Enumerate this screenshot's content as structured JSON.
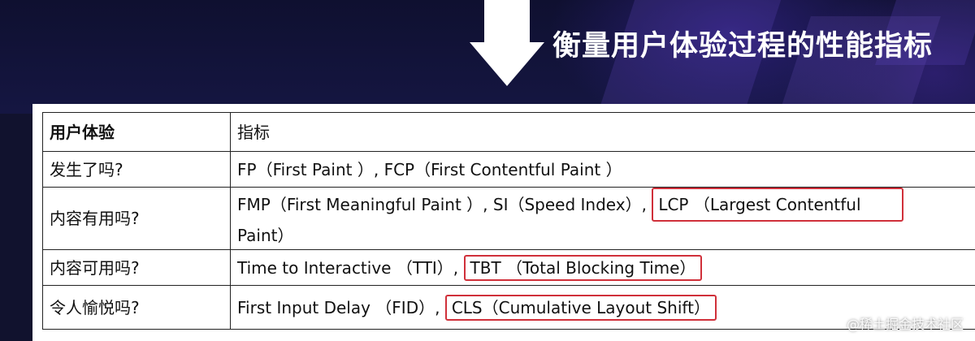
{
  "heading": "衡量用户体验过程的性能指标",
  "table": {
    "header": {
      "experience": "用户体验",
      "metric": "指标"
    },
    "rows": [
      {
        "experience": "发生了吗?",
        "metrics_text": "FP（First Paint ）, FCP（First Contentful Paint ）"
      },
      {
        "experience": "内容有用吗?",
        "metrics_text": "FMP（First Meaningful Paint ）, SI（Speed Index）,",
        "highlight": "LCP （Largest Contentful",
        "continuation": "Paint）"
      },
      {
        "experience": "内容可用吗?",
        "metrics_text": "Time to Interactive （TTI）,",
        "highlight": "TBT （Total Blocking Time）"
      },
      {
        "experience": "令人愉悦吗?",
        "metrics_text": "First Input Delay （FID）,",
        "highlight": "CLS（Cumulative Layout Shift）"
      }
    ]
  },
  "watermark": "@稀土掘金技术社区",
  "colors": {
    "banner_bg": "#11122e",
    "highlight_border": "#d0303a",
    "arrow": "#ffffff"
  },
  "icons": {
    "arrow": "down-arrow-icon"
  }
}
